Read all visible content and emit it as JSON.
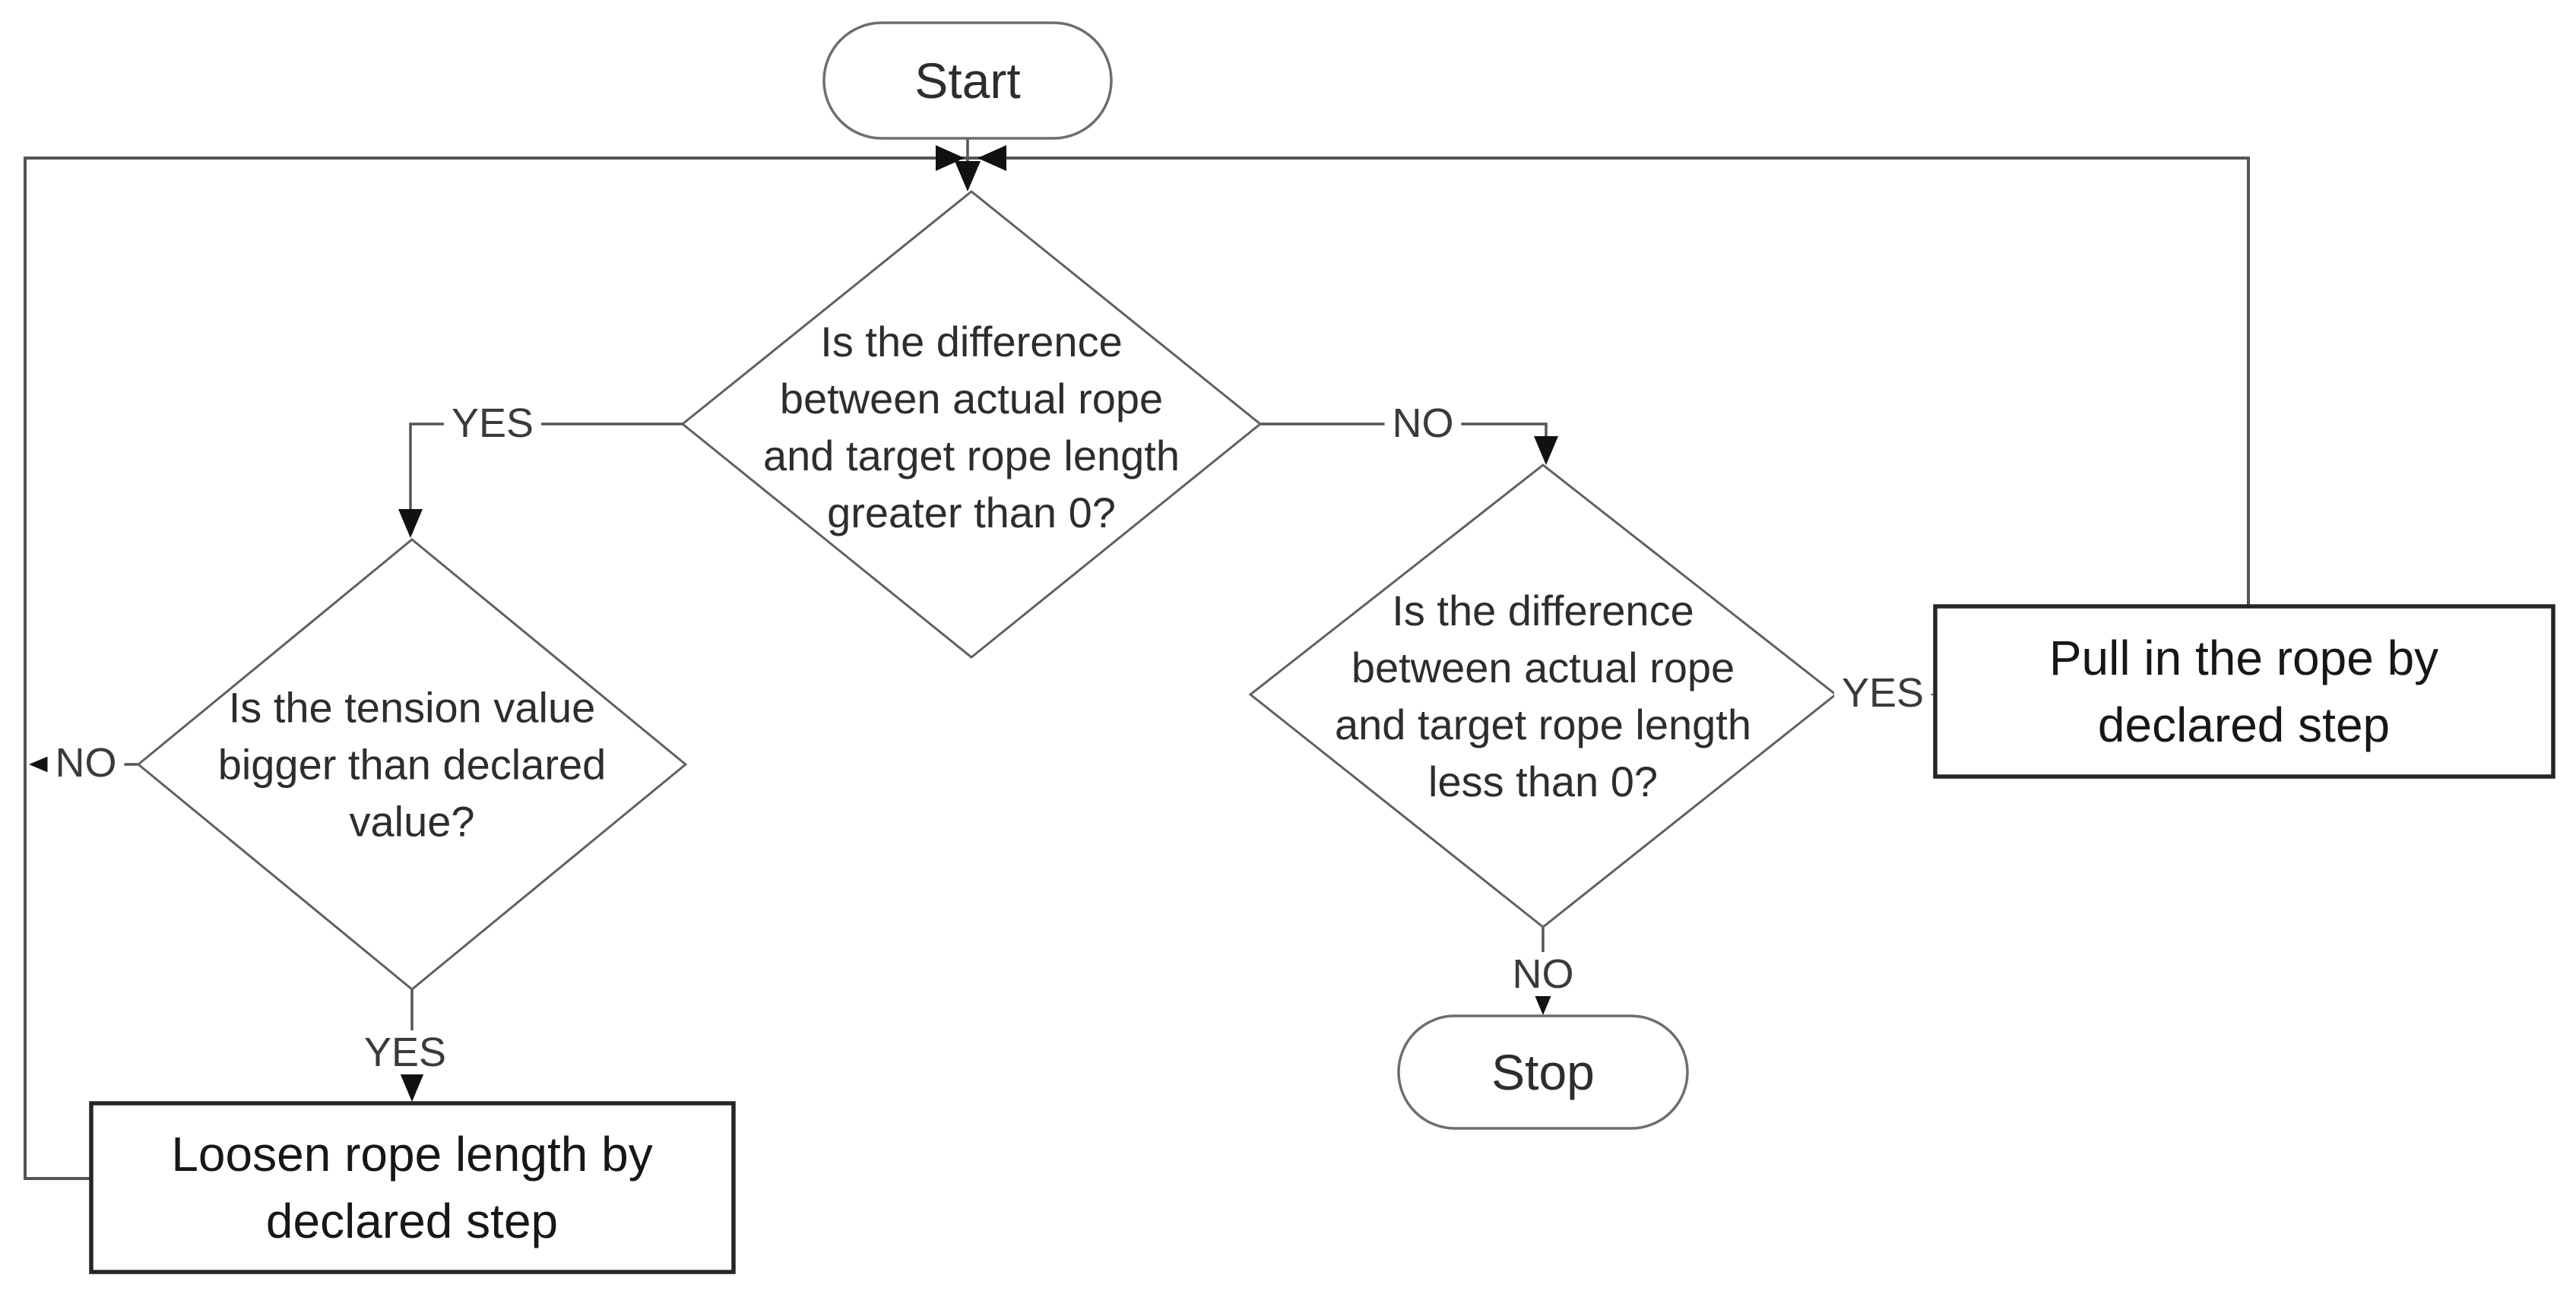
{
  "colors": {
    "background": "#ffffff",
    "line": "#555555",
    "node_border": "#6e6e6e",
    "process_border": "#262626",
    "arrow": "#111111",
    "text": "#2d2d2d"
  },
  "nodes": {
    "start": {
      "label": "Start",
      "type": "terminator"
    },
    "main_decision": {
      "label": "Is the difference\nbetween actual rope\nand target rope length\ngreater than 0?",
      "type": "decision"
    },
    "tension_decision": {
      "label": "Is the tension value\nbigger than declared\nvalue?",
      "type": "decision"
    },
    "less_decision": {
      "label": "Is the difference\nbetween actual rope\nand target rope length\nless than 0?",
      "type": "decision"
    },
    "loosen_process": {
      "label": "Loosen rope length by\ndeclared step",
      "type": "process"
    },
    "pull_process": {
      "label": "Pull in the rope by\ndeclared step",
      "type": "process"
    },
    "stop": {
      "label": "Stop",
      "type": "terminator"
    }
  },
  "edges": {
    "main_yes": {
      "label": "YES"
    },
    "main_no": {
      "label": "NO"
    },
    "tension_no": {
      "label": "NO"
    },
    "tension_yes": {
      "label": "YES"
    },
    "less_yes": {
      "label": "YES"
    },
    "less_no": {
      "label": "NO"
    }
  }
}
